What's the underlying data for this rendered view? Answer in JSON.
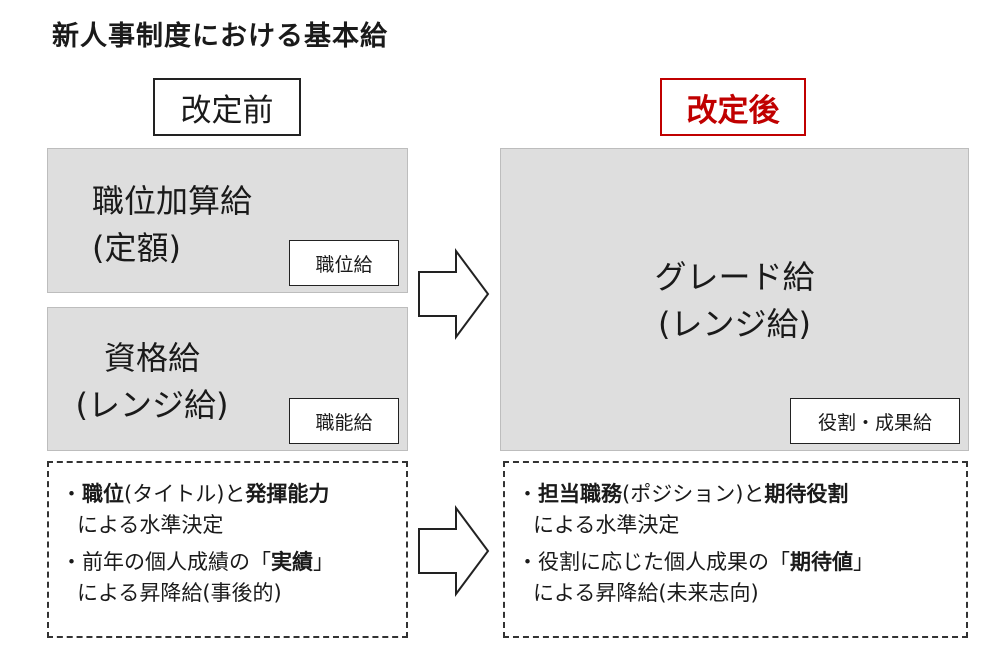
{
  "title": "新人事制度における基本給",
  "before": {
    "header": "改定前",
    "position_box": {
      "line1": "職位加算給",
      "line2": "(定額)",
      "tag": "職位給"
    },
    "qualification_box": {
      "line1": "資格給",
      "line2": "(レンジ給)",
      "tag": "職能給"
    },
    "notes": [
      {
        "bullet": "・",
        "b1": "職位",
        "t1": "(タイトル)と",
        "b2": "発揮能力",
        "t2": "",
        "line2": "による水準決定"
      },
      {
        "bullet": "・",
        "t0": "前年の個人成績の「",
        "b1": "実績",
        "t1": "」",
        "line2": "による昇降給(事後的)"
      }
    ]
  },
  "after": {
    "header": "改定後",
    "grade_box": {
      "line1": "グレード給",
      "line2": "(レンジ給)",
      "tag": "役割・成果給"
    },
    "notes": [
      {
        "bullet": "・",
        "b1": "担当職務",
        "t1": "(ポジション)と",
        "b2": "期待役割",
        "line2": "による水準決定"
      },
      {
        "bullet": "・",
        "t0": "役割に応じた個人成果の「",
        "b1": "期待値",
        "t1": "」",
        "line2": "による昇降給(未来志向)"
      }
    ]
  },
  "colors": {
    "accent_red": "#c00000",
    "box_gray": "#dedede"
  }
}
